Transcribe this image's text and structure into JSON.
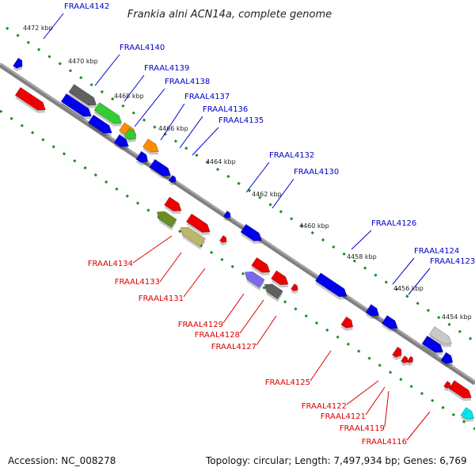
{
  "title": "Frankia alni ACN14a, complete genome",
  "accession_text": "Accession: NC_008278",
  "summary_text": "Topology: circular; Length: 7,497,934 bp; Genes: 6,769",
  "colors": {
    "backbone": "#808080",
    "tick": "#1a8f1a",
    "forward_label": "#0000cc",
    "reverse_label": "#dd0000",
    "blue": "#0000ee",
    "red": "#ee0000",
    "green": "#33cc33",
    "orange": "#ff8c00",
    "gray": "#606060",
    "olive": "#6b8e23",
    "khaki": "#bdb76b",
    "lavender": "#7b68ee",
    "lightgray": "#c8c8c8",
    "cyan": "#00e5ee"
  },
  "kbp_labels": [
    "4472 kbp",
    "4470 kbp",
    "4468 kbp",
    "4466 kbp",
    "4464 kbp",
    "4462 kbp",
    "4460 kbp",
    "4458 kbp",
    "4456 kbp",
    "4454 kbp"
  ],
  "forward_labels": [
    "FRAAL4142",
    "FRAAL4140",
    "FRAAL4139",
    "FRAAL4138",
    "FRAAL4137",
    "FRAAL4136",
    "FRAAL4135",
    "FRAAL4132",
    "FRAAL4130",
    "FRAAL4126",
    "FRAAL4124",
    "FRAAL4123"
  ],
  "reverse_labels": [
    "FRAAL4134",
    "FRAAL4133",
    "FRAAL4131",
    "FRAAL4129",
    "FRAAL4128",
    "FRAAL4127",
    "FRAAL4125",
    "FRAAL4122",
    "FRAAL4121",
    "FRAAL4119",
    "FRAAL4116"
  ]
}
